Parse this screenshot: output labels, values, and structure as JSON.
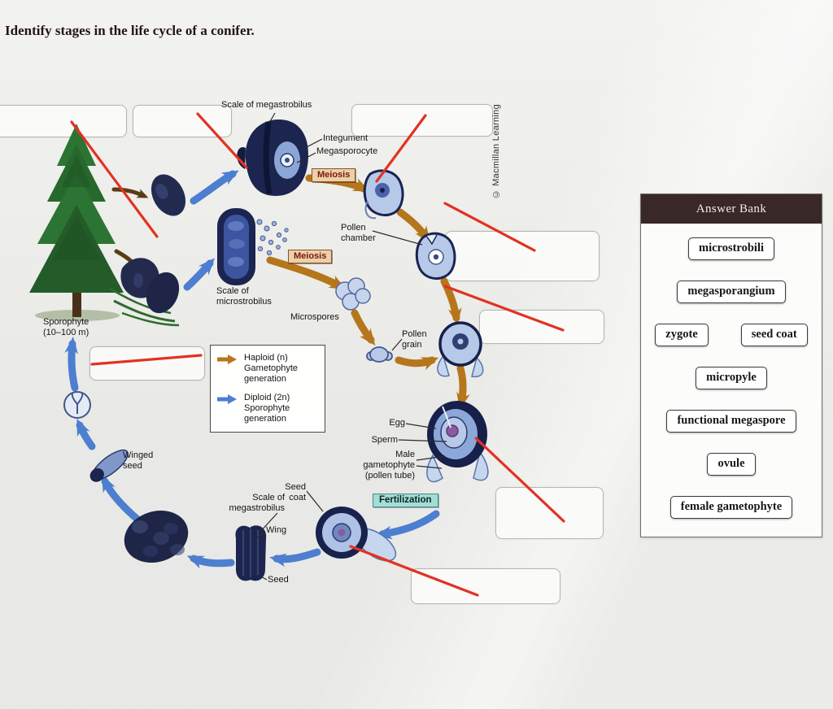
{
  "title": "Identify stages in the life cycle of a conifer.",
  "credit": "© Macmillan Learning",
  "diagram": {
    "labels": {
      "scale_of_megastrobilus": "Scale of megastrobilus",
      "integument": "Integument",
      "megasporocyte": "Megasporocyte",
      "meiosis_top": "Meiosis",
      "meiosis_left": "Meiosis",
      "pollen_chamber": "Pollen\nchamber",
      "scale_of_microstrobilus": "Scale of\nmicrostrobilus",
      "microspores": "Microspores",
      "pollen_grain": "Pollen\ngrain",
      "sporophyte": "Sporophyte\n(10–100 m)",
      "winged_seed": "Winged\nseed",
      "egg": "Egg",
      "sperm": "Sperm",
      "male_gametophyte": "Male\ngametophyte\n(pollen tube)",
      "fertilization": "Fertilization",
      "seed_coat": "Seed\ncoat",
      "scale_of_megastrobilus_bottom": "Scale of\nmegastrobilus",
      "wing": "Wing",
      "seed": "Seed"
    },
    "legend": {
      "haploid": "Haploid (n)\nGametophyte\ngeneration",
      "diploid": "Diploid (2n)\nSporophyte\ngeneration"
    }
  },
  "answer_bank": {
    "title": "Answer Bank",
    "items": [
      "microstrobili",
      "megasporangium",
      "zygote",
      "seed coat",
      "micropyle",
      "functional megaspore",
      "ovule",
      "female gametophyte"
    ]
  },
  "colors": {
    "haploid_arrow": "#b5761c",
    "diploid_arrow": "#4d7ecf",
    "pointer_red": "#e23222",
    "meiosis_badge_bg": "#ecd0a6",
    "fertilization_badge_bg": "#a3ded6",
    "bank_header_bg": "#3a2727"
  }
}
